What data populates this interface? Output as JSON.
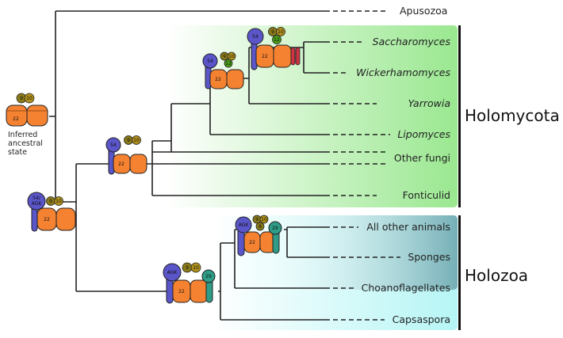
{
  "taxa": {
    "apusozoa": "Apusozoa",
    "saccharomyces": "Saccharomyces",
    "wickerhamomyces": "Wickerhamomyces",
    "yarrowia": "Yarrowia",
    "lipomyces": "Lipomyces",
    "other_fungi": "Other fungi",
    "fonticulid": "Fonticulid",
    "all_other_animals": "All other animals",
    "sponges": "Sponges",
    "choanoflagellates": "Choanoflagellates",
    "capsaspora": "Capsaspora"
  },
  "clades": {
    "holomycota": "Holomycota",
    "holozoa": "Holozoa"
  },
  "ancestral_label": [
    "Inferred",
    "ancestral",
    "state"
  ],
  "subunits": {
    "s22": "22",
    "s10": "10",
    "s9": "9",
    "s54": "54",
    "s54_agk": [
      "54/",
      "AGK"
    ],
    "agk": "AGK",
    "s29": "29",
    "s12": "12",
    "s8": "8"
  },
  "colors": {
    "orange": "#f58231",
    "purple": "#5a55c8",
    "olive": "#8a7a1a",
    "gold": "#b0901c",
    "teal": "#2e9c86",
    "green": "#4a9e1a",
    "red": "#cc3344",
    "holomycota_fill": "#9ae890",
    "holozoa_fill": "#b6f5f5",
    "animals_fill": "#6aa3ab"
  }
}
